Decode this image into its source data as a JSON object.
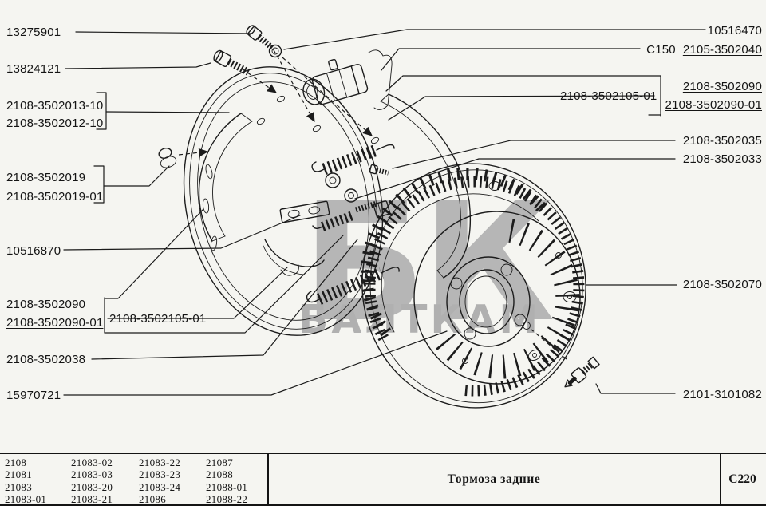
{
  "watermark": {
    "logo": "БК",
    "word": "БАЛТКАМ"
  },
  "labels": {
    "l1": "13275901",
    "l2": "13824121",
    "l3": "2108-3502013-10",
    "l4": "2108-3502012-10",
    "l5": "2108-3502019",
    "l6": "2108-3502019-01",
    "l7": "10516870",
    "l8": "2108-3502090",
    "l9": "2108-3502090-01",
    "l10": "2108-3502105-01",
    "l11": "2108-3502038",
    "l12": "15970721",
    "r1": "10516470",
    "r2a": "C150",
    "r2b": "2105-3502040",
    "r3": "2108-3502090",
    "r4": "2108-3502090-01",
    "r5": "2108-3502105-01",
    "r6": "2108-3502035",
    "r7": "2108-3502033",
    "r8": "2108-3502070",
    "r9": "2101-3101082"
  },
  "footer": {
    "models": [
      [
        "2108",
        "21083-02",
        "21083-22",
        "21087"
      ],
      [
        "21081",
        "21083-03",
        "21083-23",
        "21088"
      ],
      [
        "21083",
        "21083-20",
        "21083-24",
        "21088-01"
      ],
      [
        "21083-01",
        "21083-21",
        "21086",
        "21088-22"
      ]
    ],
    "title": "Тормоза задние",
    "code": "C220"
  }
}
